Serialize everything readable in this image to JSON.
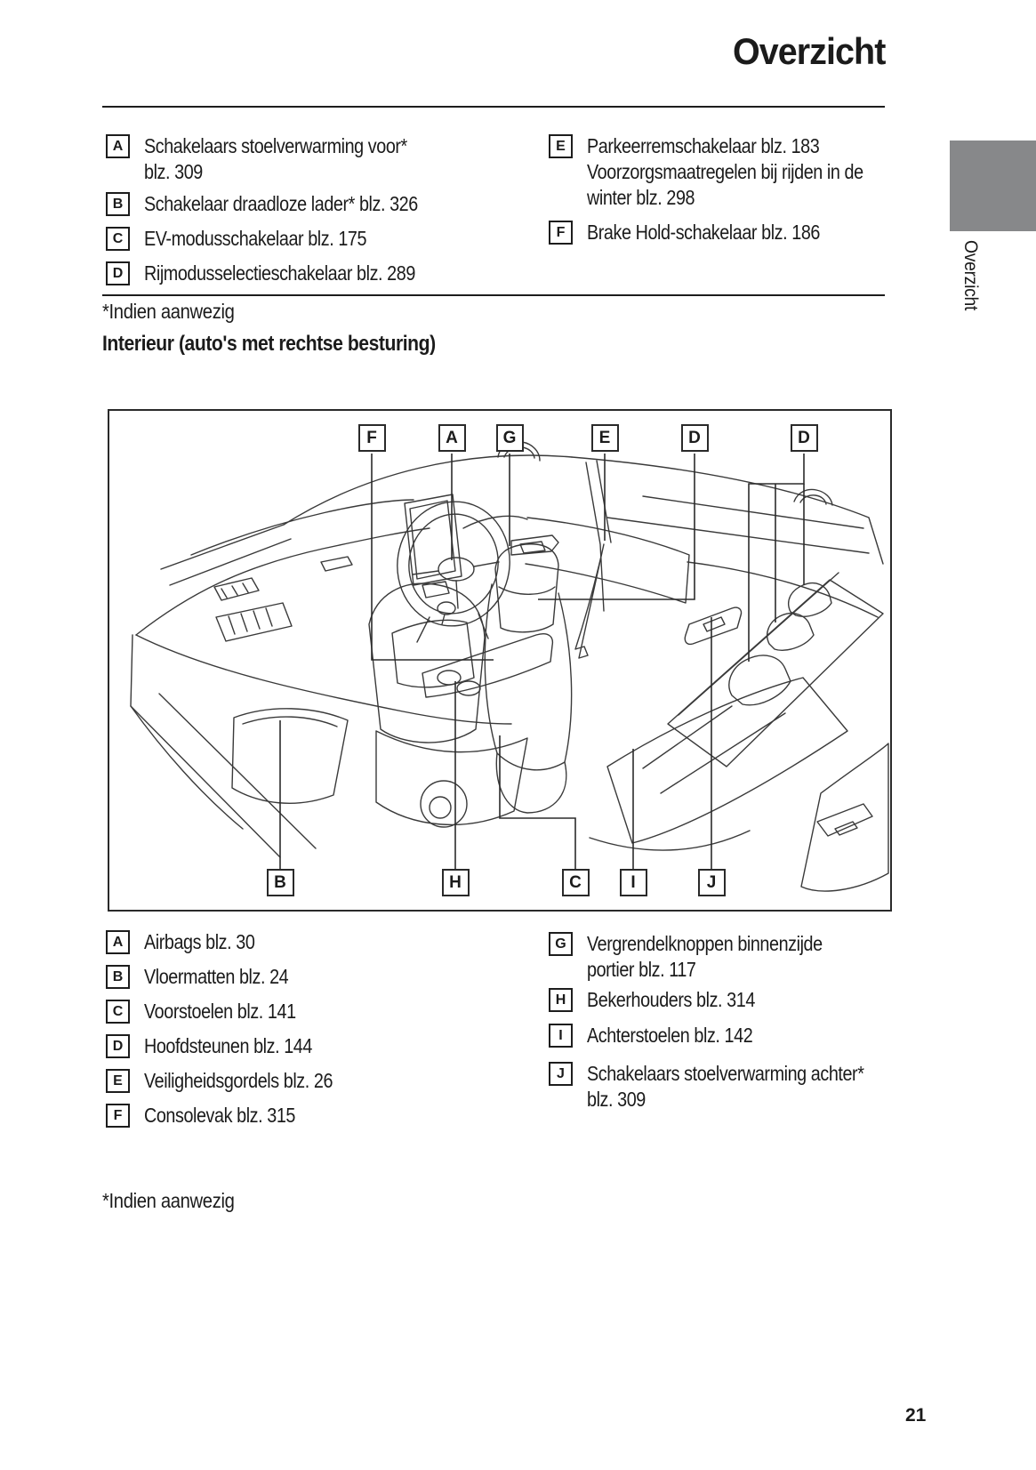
{
  "header": {
    "title": "Overzicht"
  },
  "side_tab": {
    "label": "Overzicht",
    "color": "#87888a"
  },
  "legend_top": {
    "left": [
      {
        "key": "A",
        "lines": [
          "Schakelaars stoelverwarming voor*",
          "blz. 309"
        ]
      },
      {
        "key": "B",
        "lines": [
          "Schakelaar draadloze lader* blz. 326"
        ]
      },
      {
        "key": "C",
        "lines": [
          "EV-modusschakelaar blz. 175"
        ]
      },
      {
        "key": "D",
        "lines": [
          "Rijmodusselectieschakelaar blz. 289"
        ]
      }
    ],
    "right": [
      {
        "key": "E",
        "lines": [
          "Parkeerremschakelaar blz. 183",
          "Voorzorgsmaatregelen bij rijden in de",
          "winter blz. 298"
        ]
      },
      {
        "key": "F",
        "lines": [
          "Brake Hold-schakelaar blz. 186"
        ]
      }
    ]
  },
  "footnote_top": "*Indien aanwezig",
  "interior_heading": "Interieur (auto's met rechtse besturing)",
  "diagram": {
    "description": "car-interior-line-drawing-right-hand-drive",
    "callouts_top": [
      "F",
      "A",
      "G",
      "E",
      "D",
      "D"
    ],
    "callouts_bottom": [
      "B",
      "H",
      "C",
      "I",
      "J"
    ]
  },
  "legend_bottom": {
    "left": [
      {
        "key": "A",
        "lines": [
          "Airbags blz. 30"
        ]
      },
      {
        "key": "B",
        "lines": [
          "Vloermatten blz. 24"
        ]
      },
      {
        "key": "C",
        "lines": [
          "Voorstoelen blz. 141"
        ]
      },
      {
        "key": "D",
        "lines": [
          "Hoofdsteunen blz. 144"
        ]
      },
      {
        "key": "E",
        "lines": [
          "Veiligheidsgordels blz. 26"
        ]
      },
      {
        "key": "F",
        "lines": [
          "Consolevak blz. 315"
        ]
      }
    ],
    "right": [
      {
        "key": "G",
        "lines": [
          "Vergrendelknoppen binnenzijde",
          "portier blz. 117"
        ]
      },
      {
        "key": "H",
        "lines": [
          "Bekerhouders blz. 314"
        ]
      },
      {
        "key": "I",
        "lines": [
          "Achterstoelen blz. 142"
        ]
      },
      {
        "key": "J",
        "lines": [
          "Schakelaars stoelverwarming achter*",
          "blz. 309"
        ]
      }
    ]
  },
  "footnote_bottom": "*Indien aanwezig",
  "page_number": "21"
}
